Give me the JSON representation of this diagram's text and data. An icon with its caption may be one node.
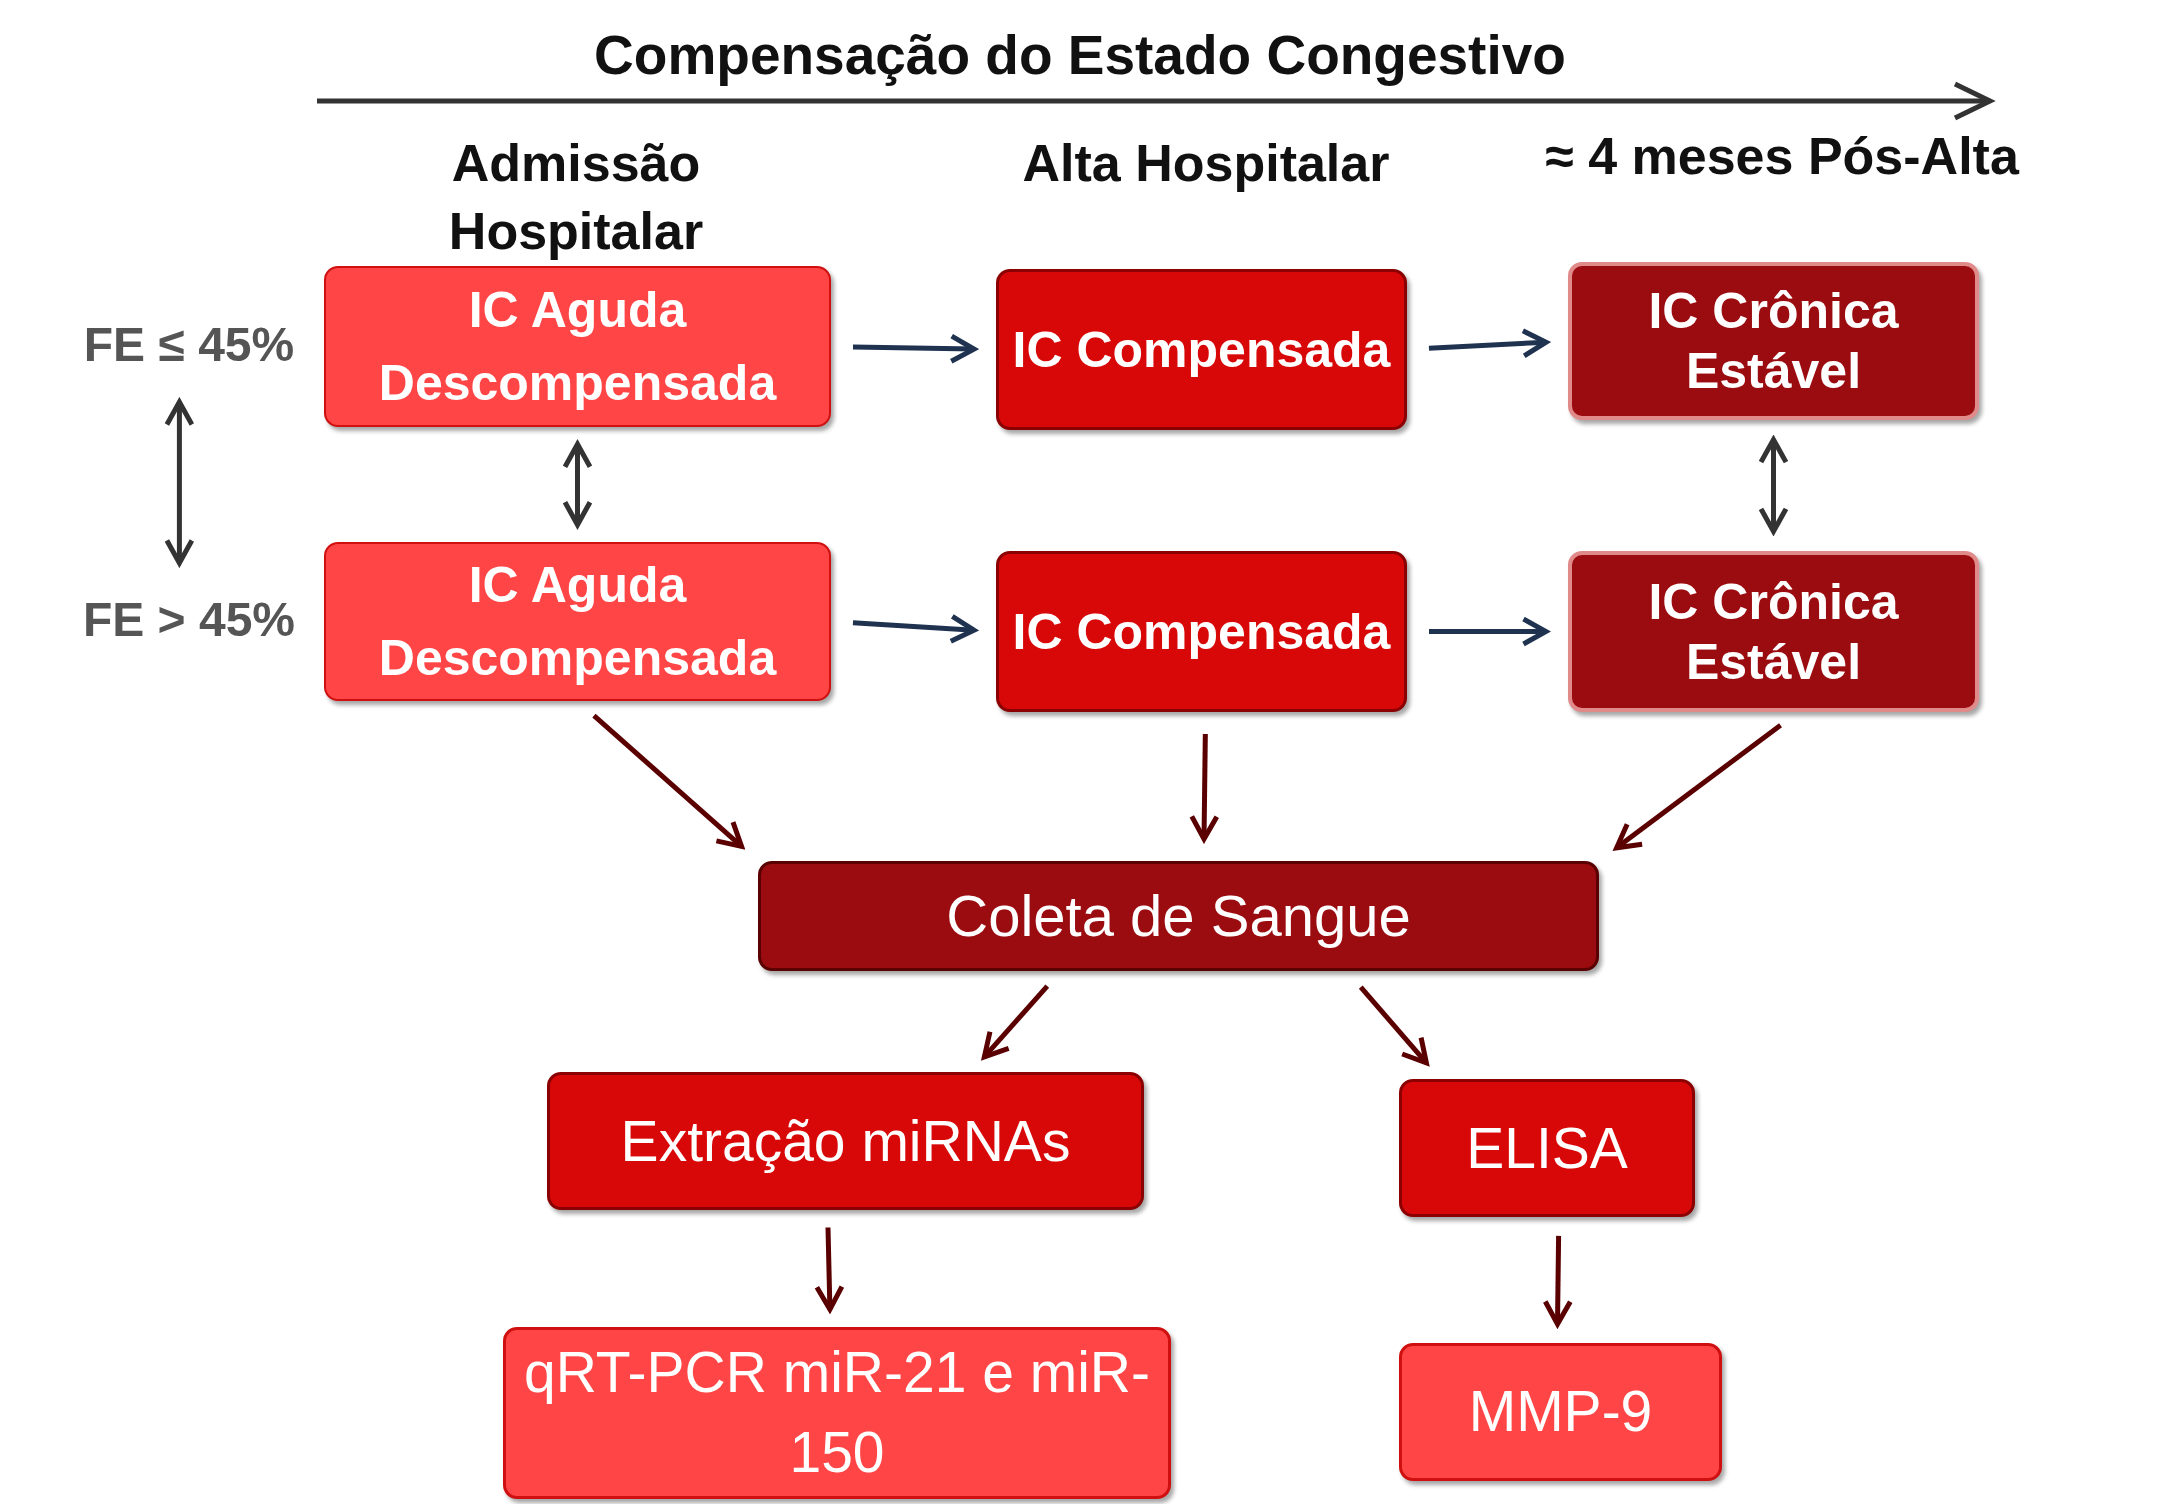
{
  "diagram": {
    "title": "Compensação do Estado Congestivo",
    "nodes": [
      {
        "text": [
          "FE ≤ 45%"
        ]
      },
      {
        "text": [
          "FE > 45%"
        ]
      },
      {
        "text": [
          "IC Aguda Descompensada"
        ]
      },
      {
        "text": [
          "IC Compensada"
        ]
      },
      {
        "text": [
          "IC Crônica Estável"
        ]
      },
      {
        "text": [
          "IC Aguda Descompensada"
        ]
      },
      {
        "text": [
          "IC Compensada"
        ]
      },
      {
        "text": [
          "IC Crônica Estável"
        ]
      },
      {
        "text": [
          "Coleta de Sangue"
        ]
      },
      {
        "text": [
          "Extração miRNAs"
        ]
      },
      {
        "text": [
          "ELISA"
        ]
      },
      {
        "text": [
          "qRT-PCR miR-21 e miR-150"
        ]
      },
      {
        "text": [
          "MMP-9"
        ]
      }
    ],
    "edges": [
      {
        "from": 0,
        "to": 1,
        "arrow": "both",
        "color": "#333333"
      },
      {
        "from": 2,
        "to": 5,
        "arrow": "both",
        "color": "#333333"
      },
      {
        "from": 4,
        "to": 7,
        "arrow": "both",
        "color": "#333333"
      },
      {
        "from": 2,
        "to": 3,
        "arrow": "to",
        "color": "#1f3350"
      },
      {
        "from": 3,
        "to": 4,
        "arrow": "to",
        "color": "#1f3350"
      },
      {
        "from": 5,
        "to": 6,
        "arrow": "to",
        "color": "#1f3350"
      },
      {
        "from": 6,
        "to": 7,
        "arrow": "to",
        "color": "#1f3350"
      },
      {
        "from": 5,
        "to": 8,
        "arrow": "to"
      },
      {
        "from": 6,
        "to": 8,
        "arrow": "to"
      },
      {
        "from": 7,
        "to": 8,
        "arrow": "to"
      },
      {
        "from": 8,
        "to": 9,
        "arrow": "to"
      },
      {
        "from": 8,
        "to": 10,
        "arrow": "to"
      },
      {
        "from": 9,
        "to": 11,
        "arrow": "to"
      },
      {
        "from": 10,
        "to": 12,
        "arrow": "to"
      }
    ],
    "labels": [
      "Admissão Hospitalar",
      "Alta Hospitalar",
      "≈ 4 meses Pós-Alta"
    ]
  }
}
